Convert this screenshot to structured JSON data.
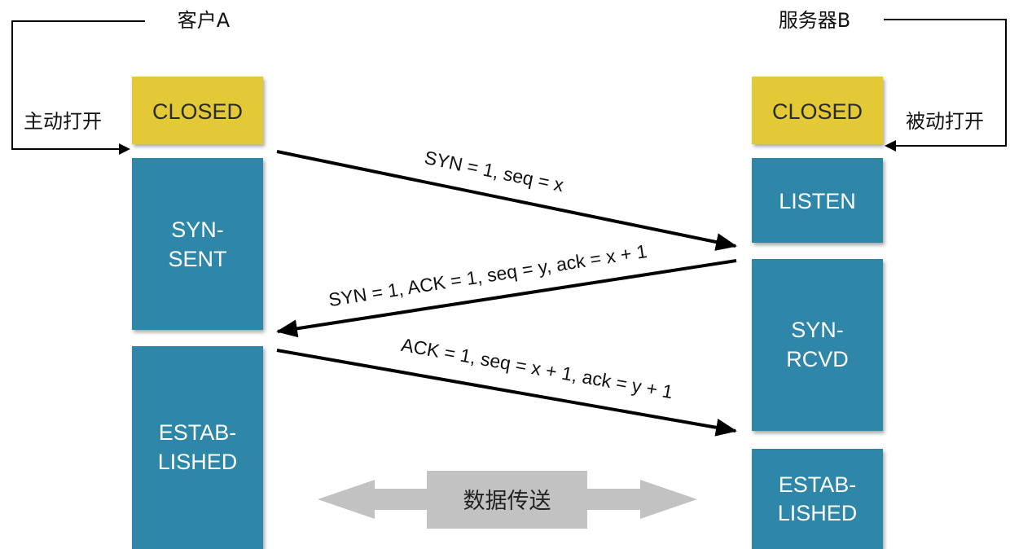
{
  "hosts": {
    "client": "客户A",
    "server": "服务器B"
  },
  "open_labels": {
    "active": "主动打开",
    "passive": "被动打开"
  },
  "states": {
    "client_closed": [
      "CLOSED"
    ],
    "client_syn_sent": [
      "SYN-",
      "SENT"
    ],
    "client_established": [
      "ESTAB-",
      "LISHED"
    ],
    "server_closed": [
      "CLOSED"
    ],
    "server_listen": [
      "LISTEN"
    ],
    "server_syn_rcvd": [
      "SYN-",
      "RCVD"
    ],
    "server_established": [
      "ESTAB-",
      "LISHED"
    ]
  },
  "messages": {
    "syn": "SYN = 1, seq = x",
    "syn_ack": "SYN = 1, ACK = 1, seq = y, ack = x + 1",
    "ack": "ACK = 1, seq = x + 1, ack = y + 1"
  },
  "data_transfer": "数据传送",
  "colors": {
    "closed": "#e2c934",
    "state": "#2f86a8",
    "arrow": "#000000",
    "data_arrow": "#c2c2c2"
  }
}
